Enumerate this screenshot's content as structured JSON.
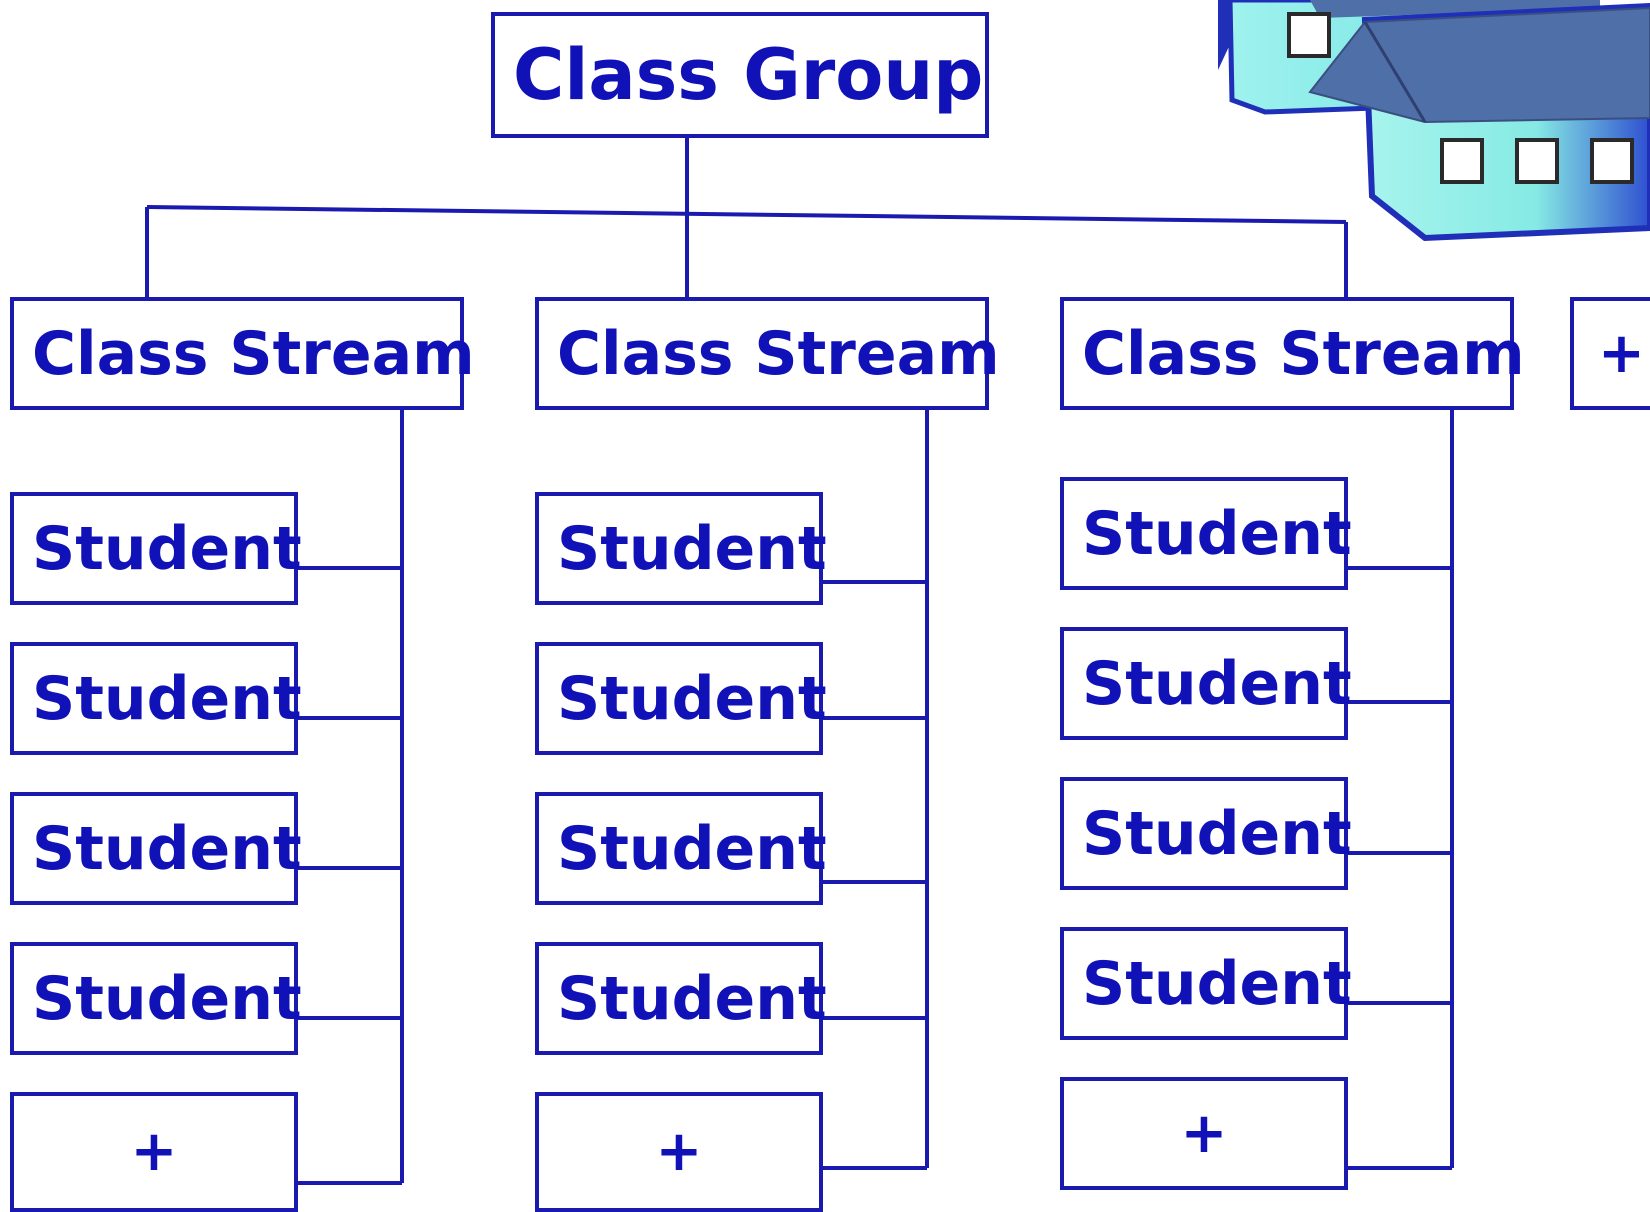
{
  "diagram": {
    "root": {
      "label": "Class Group"
    },
    "streams": [
      {
        "label": "Class Stream",
        "students": [
          "Student",
          "Student",
          "Student",
          "Student"
        ],
        "add_label": "+"
      },
      {
        "label": "Class Stream",
        "students": [
          "Student",
          "Student",
          "Student",
          "Student"
        ],
        "add_label": "+"
      },
      {
        "label": "Class Stream",
        "students": [
          "Student",
          "Student",
          "Student",
          "Student"
        ],
        "add_label": "+"
      }
    ],
    "add_stream_label": "+"
  },
  "colors": {
    "text": "#1111B8",
    "lines": "#1A1AAE",
    "building_wall": "#7FE8E6",
    "building_roof": "#4F6FA8",
    "building_shadow": "#1F2FB8"
  },
  "icons": {
    "illustration": "school-buildings-icon"
  }
}
